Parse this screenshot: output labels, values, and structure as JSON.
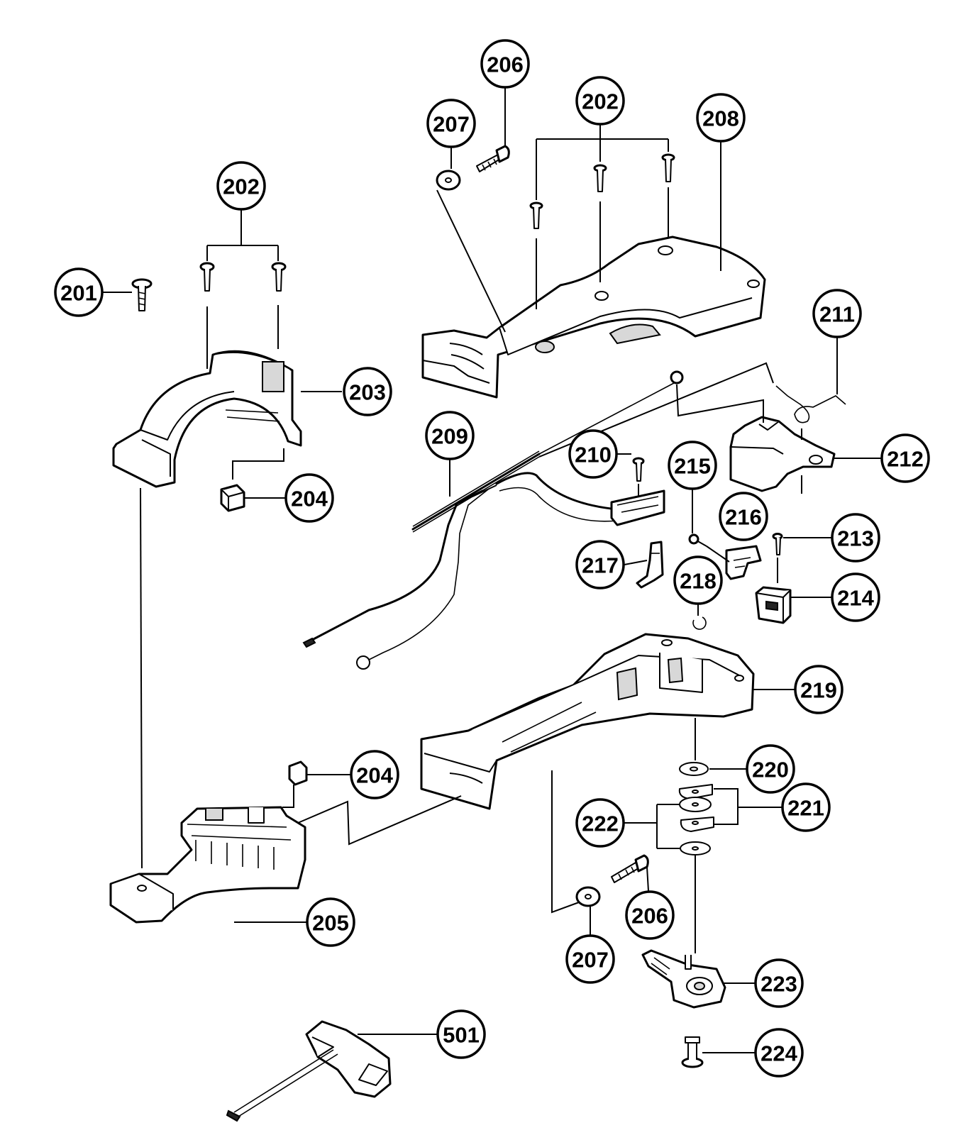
{
  "callouts": {
    "c201": "201",
    "c202a": "202",
    "c202b": "202",
    "c203": "203",
    "c204a": "204",
    "c204b": "204",
    "c205": "205",
    "c206a": "206",
    "c206b": "206",
    "c207a": "207",
    "c207b": "207",
    "c208": "208",
    "c209": "209",
    "c210": "210",
    "c211": "211",
    "c212": "212",
    "c213": "213",
    "c214": "214",
    "c215": "215",
    "c216": "216",
    "c217": "217",
    "c218": "218",
    "c219": "219",
    "c220": "220",
    "c221": "221",
    "c222": "222",
    "c223": "223",
    "c224": "224",
    "c501": "501"
  }
}
